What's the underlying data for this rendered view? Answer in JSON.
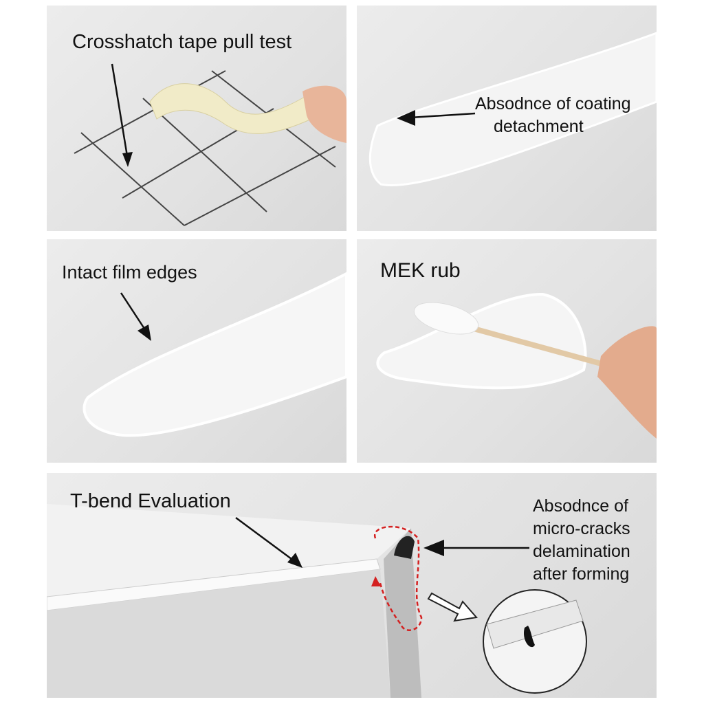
{
  "panels": {
    "crosshatch": {
      "label": "Crosshatch tape pull test"
    },
    "coating": {
      "label_line1": "Absodnce of coating",
      "label_line2": "detachment"
    },
    "film_edges": {
      "label": "Intact film edges"
    },
    "mek": {
      "label": "MEK rub"
    },
    "tbend": {
      "label": "T-bend Evaluation",
      "callout_lines": [
        "Absodnce of",
        "micro-cracks",
        "delamination",
        "after forming"
      ]
    }
  },
  "colors": {
    "highlight": "#d42020",
    "arrow": "#111111",
    "tape": "#f1ebc8"
  }
}
